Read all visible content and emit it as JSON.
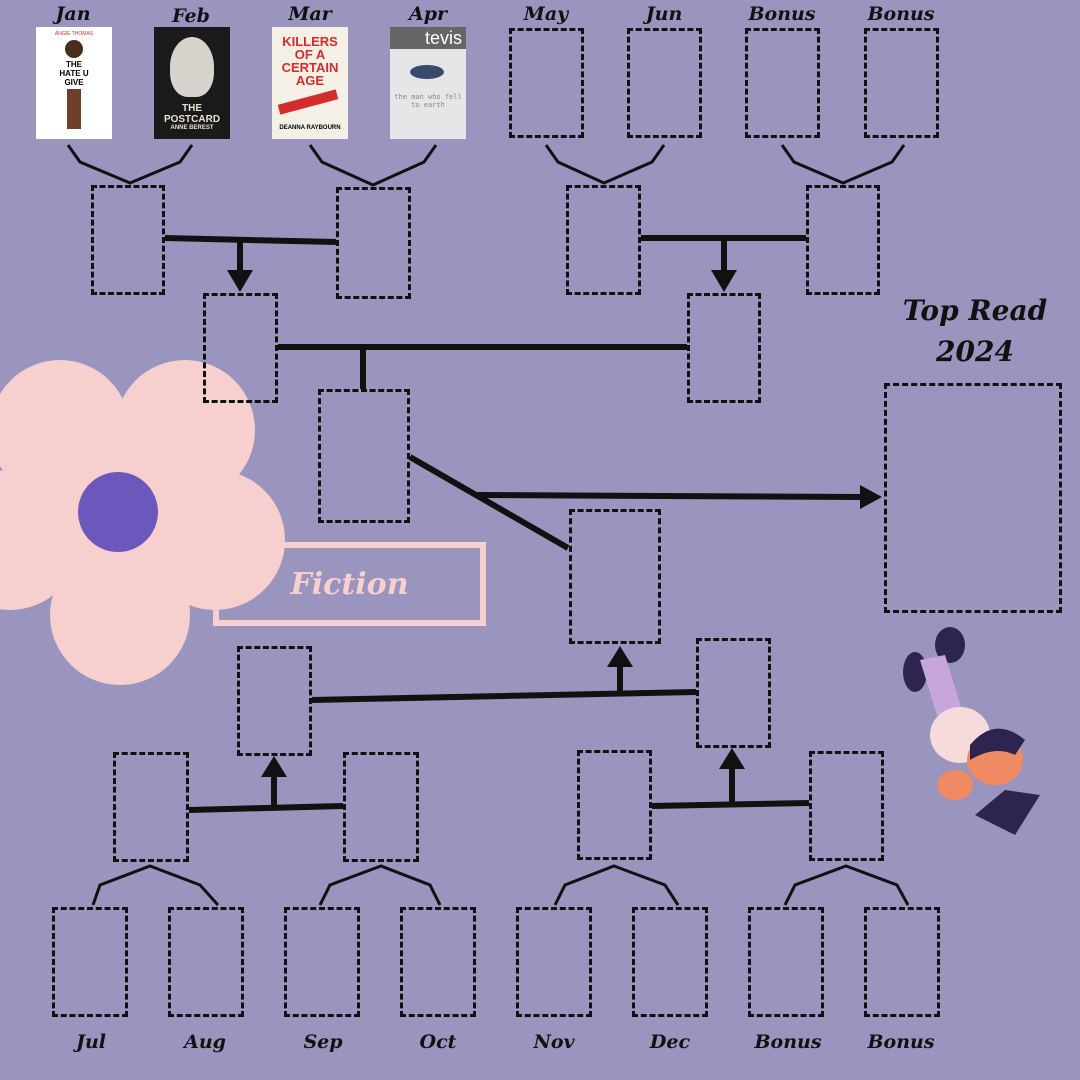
{
  "top_labels": [
    "Jan",
    "Feb",
    "Mar",
    "Apr",
    "May",
    "Jun",
    "Bonus",
    "Bonus"
  ],
  "bottom_labels": [
    "Jul",
    "Aug",
    "Sep",
    "Oct",
    "Nov",
    "Dec",
    "Bonus",
    "Bonus"
  ],
  "final": {
    "line1": "Top Read",
    "line2": "2024"
  },
  "category": "Fiction",
  "covers": [
    {
      "author": "ANGIE THOMAS",
      "title": "THE HATE U GIVE",
      "bg": "#ffffff"
    },
    {
      "author": "ANNE BEREST",
      "title": "THE POSTCARD",
      "bg": "#1a1a1a"
    },
    {
      "author": "DEANNA RAYBOURN",
      "title": "KILLERS OF A CERTAIN AGE",
      "bg": "#f5f0e6"
    },
    {
      "author": "tevis",
      "title": "the man who fell to earth",
      "bg": "#e6e6e9"
    }
  ],
  "colors": {
    "background": "#9a95bf",
    "petal": "#f8cfcf",
    "flower_center": "#6c57bd"
  }
}
